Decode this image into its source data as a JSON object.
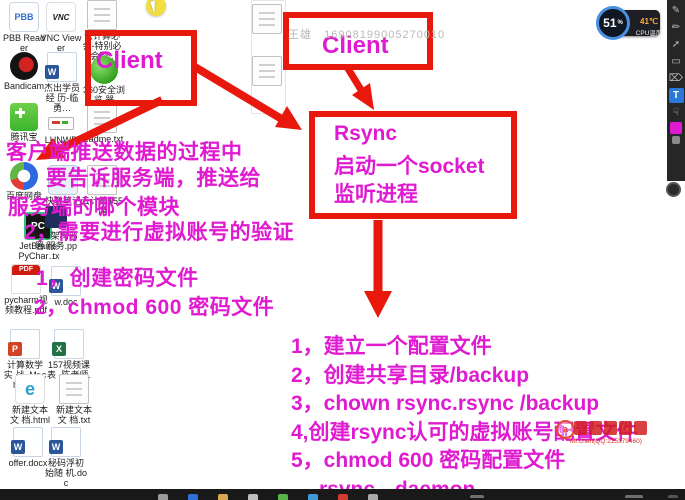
{
  "colors": {
    "magenta": "#df1ad0",
    "red": "#e8180d",
    "toolbar_blue": "#2979d9"
  },
  "watermark_top": {
    "owner": "王雄",
    "serial": "16908199005270010"
  },
  "diagram": {
    "client_box_left": "Client",
    "client_box_top": "Client",
    "rsync_box": {
      "line1": "Rsync",
      "line2": "启动一个socket",
      "line3": "监听进程"
    }
  },
  "notes": {
    "left": [
      "客户端推送数据的过程中",
      "要告诉服务端，推送给",
      "服务端的哪个模块",
      "2，需要进行虚拟账号的验证"
    ],
    "password": [
      "1，创建密码文件",
      "2，chmod 600 密码文件"
    ],
    "server": [
      "1，建立一个配置文件",
      "2，创建共享目录/backup",
      "3，chown rsync.rsync /backup",
      "4,创建rsync认可的虚拟账号配置文件",
      "5，chmod 600 密码配置文件",
      "rsync --daemon"
    ]
  },
  "cpu_widget": {
    "percent": "51",
    "unit": "%",
    "temp": "41℃",
    "label": "CPU温度"
  },
  "toolbar": {
    "tools": [
      {
        "name": "pencil",
        "glyph": "✎"
      },
      {
        "name": "pen",
        "glyph": "✏"
      },
      {
        "name": "arrow",
        "glyph": "➚"
      },
      {
        "name": "rectangle",
        "glyph": "▭"
      },
      {
        "name": "eraser",
        "glyph": "⌦"
      },
      {
        "name": "text",
        "glyph": "T"
      },
      {
        "name": "hand",
        "glyph": "☟"
      }
    ]
  },
  "watermark_bottom": {
    "credit": "Mr.chen(QQ:215379460)"
  },
  "desktop_icons": [
    {
      "label": "PBB Reader",
      "glyph": "PBB"
    },
    {
      "label": "VNC Viewer",
      "glyph": "VNC"
    },
    {
      "label": "云计算必会-特别必会啊.."
    },
    {
      "label": ""
    },
    {
      "label": ""
    },
    {
      "label": "Bandicam"
    },
    {
      "label": "杰出学员经 历-临勇…",
      "glyph": "W"
    },
    {
      "label": "360安全浏览 器"
    },
    {
      "label": "腾讯宝"
    },
    {
      "label": "LHNWBT…"
    },
    {
      "label": "readme.txt"
    },
    {
      "label": "百度网盘"
    },
    {
      "label": "快教笔记"
    },
    {
      "label": "云计算155课"
    },
    {
      "label": "JetBrains PyChar…",
      "glyph": "PC"
    },
    {
      "label": "LVS架构部署 服务.pptx"
    },
    {
      "label": "pycharm视 频教程.pdf",
      "glyph": "PDF"
    },
    {
      "label": "w.doc",
      "glyph": "W"
    },
    {
      "label": "计算数学实 战_Mr.chen…",
      "glyph": "P"
    },
    {
      "label": "157视频课表 -陈老师.xlsx",
      "glyph": "X"
    },
    {
      "label": "新建文本文 档.html",
      "glyph": "e"
    },
    {
      "label": "新建文本文 档.txt"
    },
    {
      "label": "offer.docx",
      "glyph": "W"
    },
    {
      "label": "秘码浮初始随 机.doc",
      "glyph": "W"
    }
  ]
}
